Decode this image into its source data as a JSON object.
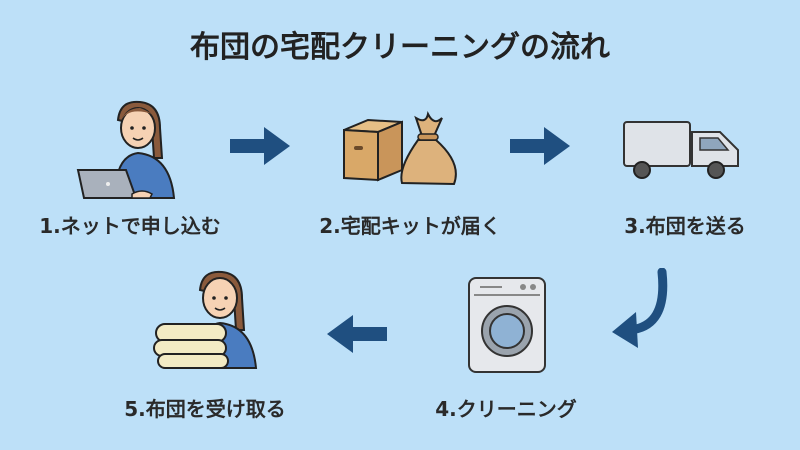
{
  "title": "布団の宅配クリーニングの流れ",
  "steps": [
    {
      "label": "1.ネットで申し込む",
      "icon": "person-laptop-icon"
    },
    {
      "label": "2.宅配キットが届く",
      "icon": "box-and-bag-icon"
    },
    {
      "label": "3.布団を送る",
      "icon": "truck-icon"
    },
    {
      "label": "4.クリーニング",
      "icon": "washing-machine-icon"
    },
    {
      "label": "5.布団を受け取る",
      "icon": "person-futon-icon"
    }
  ],
  "colors": {
    "background": "#bde0f8",
    "arrow": "#1f4f80",
    "text": "#2a2a2a"
  }
}
